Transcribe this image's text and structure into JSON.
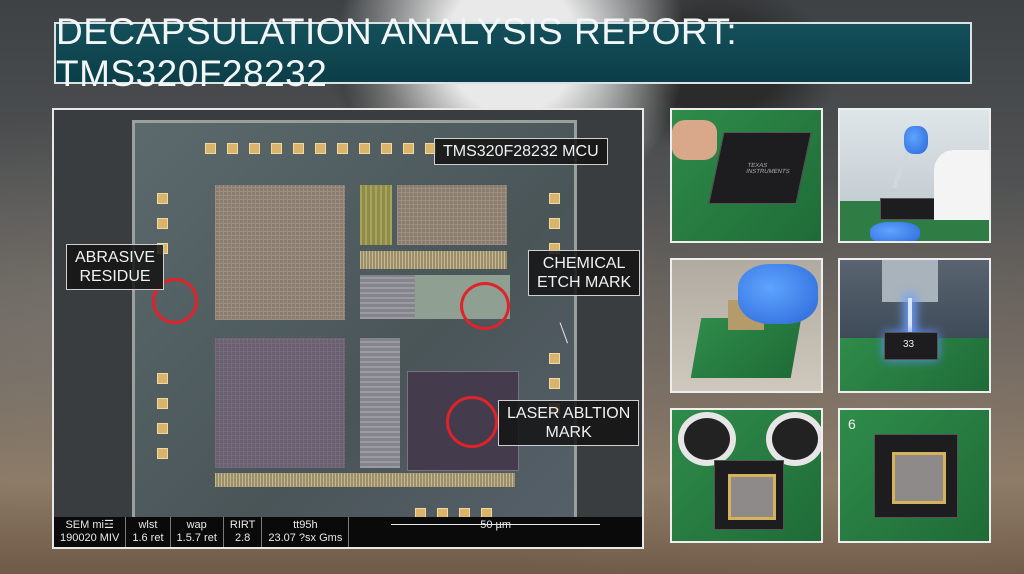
{
  "title": "DECAPSULATION ANALYSIS REPORT: TMS320F28232",
  "main_image": {
    "callouts": {
      "mcu": "TMS320F28232 MCU",
      "abrasive": [
        "ABRASIVE",
        "RESIDUE"
      ],
      "chemical": [
        "CHEMICAL",
        "ETCH MARK"
      ],
      "laser": [
        "LASER ABLTION",
        "MARK"
      ]
    },
    "info_bar": [
      {
        "top": "SEM mi☲",
        "bottom": "190020 MIV"
      },
      {
        "top": "wlst",
        "bottom": "1.6 ret"
      },
      {
        "top": "wap",
        "bottom": "1.5.7 ret"
      },
      {
        "top": "RIRT",
        "bottom": "2.8"
      },
      {
        "top": "tt95h",
        "bottom": "23.07 ?sx Gms"
      }
    ],
    "scale_label": "50 µm"
  },
  "thumbnails": {
    "chip_logo": "TEXAS INSTRUMENTS",
    "laser_chip_text": "33",
    "last_number": "6"
  },
  "colors": {
    "banner": "#0b3e48",
    "ring": "#e0232a",
    "pcb_green": "#2f8c4a"
  }
}
